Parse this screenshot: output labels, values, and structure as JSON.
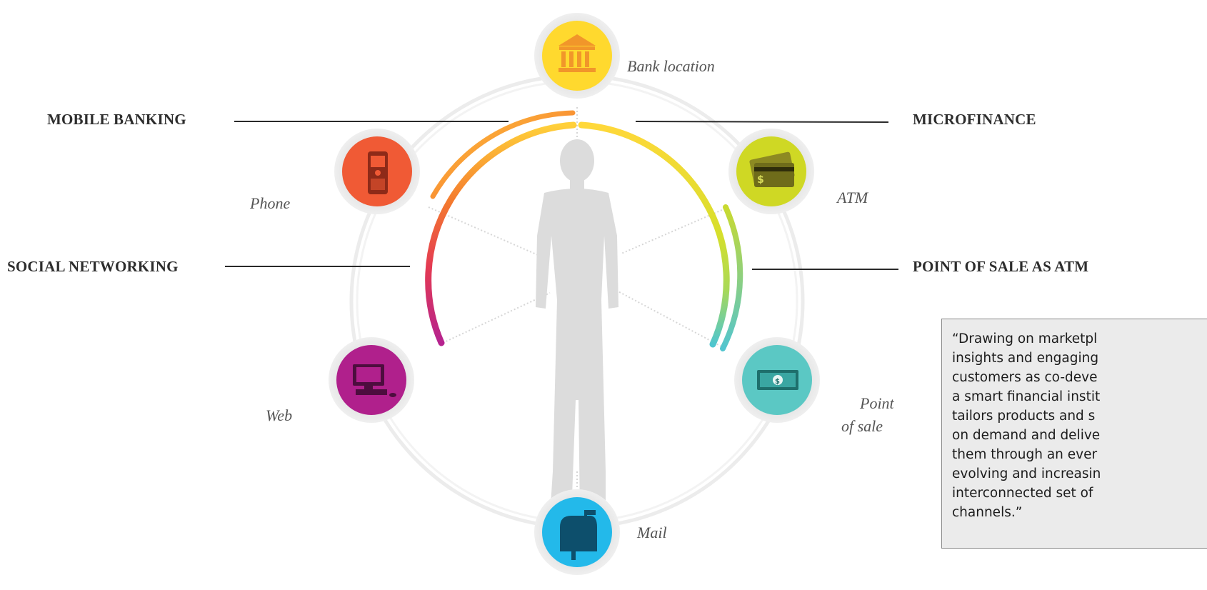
{
  "categories": {
    "mobile_banking": "MOBILE BANKING",
    "microfinance": "MICROFINANCE",
    "social_networking": "SOCIAL NETWORKING",
    "point_of_sale_as_atm": "POINT OF SALE AS ATM"
  },
  "channels": {
    "bank_location": "Bank location",
    "atm": "ATM",
    "phone": "Phone",
    "web": "Web",
    "point_of_sale_line1": "Point",
    "point_of_sale_line2": "of sale",
    "mail": "Mail"
  },
  "channel_icons": {
    "bank_location": "bank-building-icon",
    "atm": "credit-card-icon",
    "phone": "mobile-phone-icon",
    "web": "computer-icon",
    "point_of_sale": "banknote-icon",
    "mail": "mailbox-icon"
  },
  "colors": {
    "bank_location": "#ffd92e",
    "atm": "#cfd824",
    "phone": "#f05a35",
    "web": "#b0208c",
    "point_of_sale": "#5bc8c4",
    "mail": "#23b9ea",
    "connector_line": "#2a2a2a",
    "quote_background": "#ebebeb"
  },
  "quote": {
    "lines": [
      "“Drawing on marketpl",
      "insights and engaging",
      "customers as co-deve",
      "a smart financial instit",
      "tailors products and s",
      "on demand and delive",
      "them through an ever",
      "evolving and increasin",
      "interconnected set of",
      "channels.”"
    ]
  }
}
